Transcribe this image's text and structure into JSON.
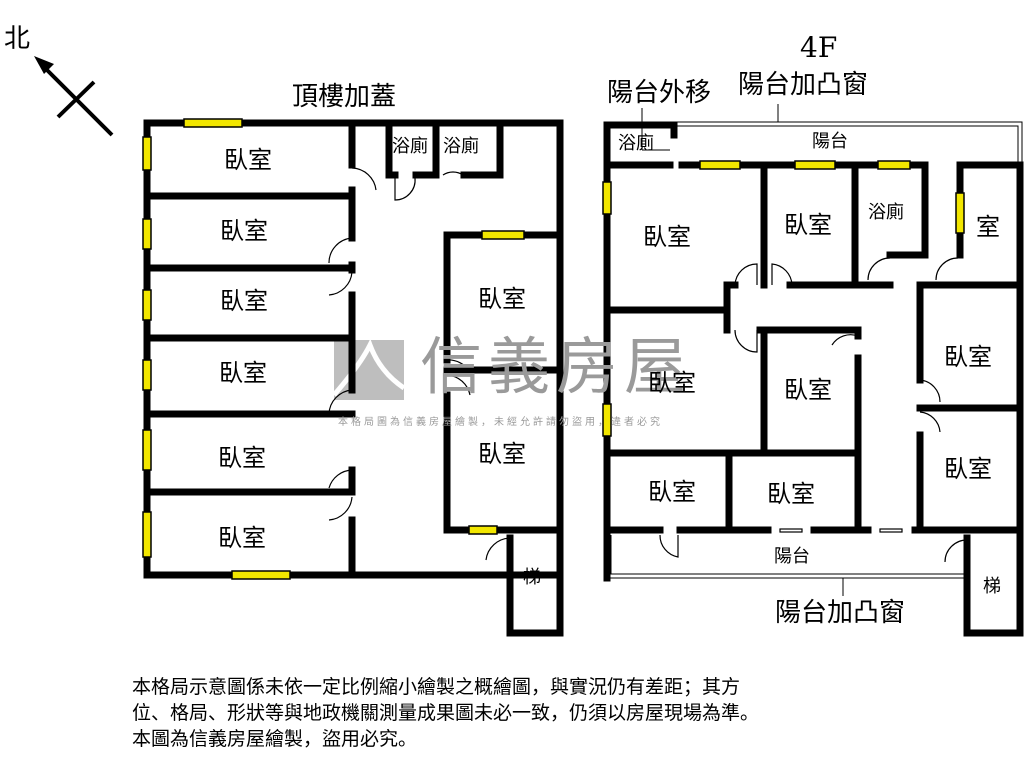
{
  "compass": {
    "label": "北"
  },
  "left_plan": {
    "title": "頂樓加蓋",
    "rooms": [
      "臥室",
      "臥室",
      "臥室",
      "臥室",
      "臥室",
      "臥室",
      "臥室",
      "臥室"
    ],
    "bathrooms": [
      "浴廁",
      "浴廁"
    ],
    "stairs": "梯"
  },
  "right_plan": {
    "floor": "4F",
    "callout_bath_moved": "陽台外移",
    "callout_top": "陽台加凸窗",
    "callout_bottom": "陽台加凸窗",
    "balcony_top": "陽台",
    "balcony_bottom": "陽台",
    "bath_top": "浴廁",
    "bath_mid": "浴廁",
    "room_partial": "室",
    "rooms": [
      "臥室",
      "臥室",
      "臥室",
      "臥室",
      "臥室",
      "臥室",
      "臥室",
      "臥室"
    ],
    "stairs": "梯"
  },
  "watermark": {
    "brand": "信義房屋",
    "note": "本格局圖為信義房屋繪製，未經允許請勿盜用，違者必究"
  },
  "disclaimer": {
    "line1": "本格局示意圖係未依一定比例縮小繪製之概繪圖，與實況仍有差距；其方",
    "line2": "位、格局、形狀等與地政機關測量成果圖未必一致，仍須以房屋現場為準。",
    "line3": "本圖為信義房屋繪製，盜用必究。"
  },
  "colors": {
    "wall": "#000000",
    "window": "#f2e600",
    "watermark": "#9a9a9a"
  }
}
